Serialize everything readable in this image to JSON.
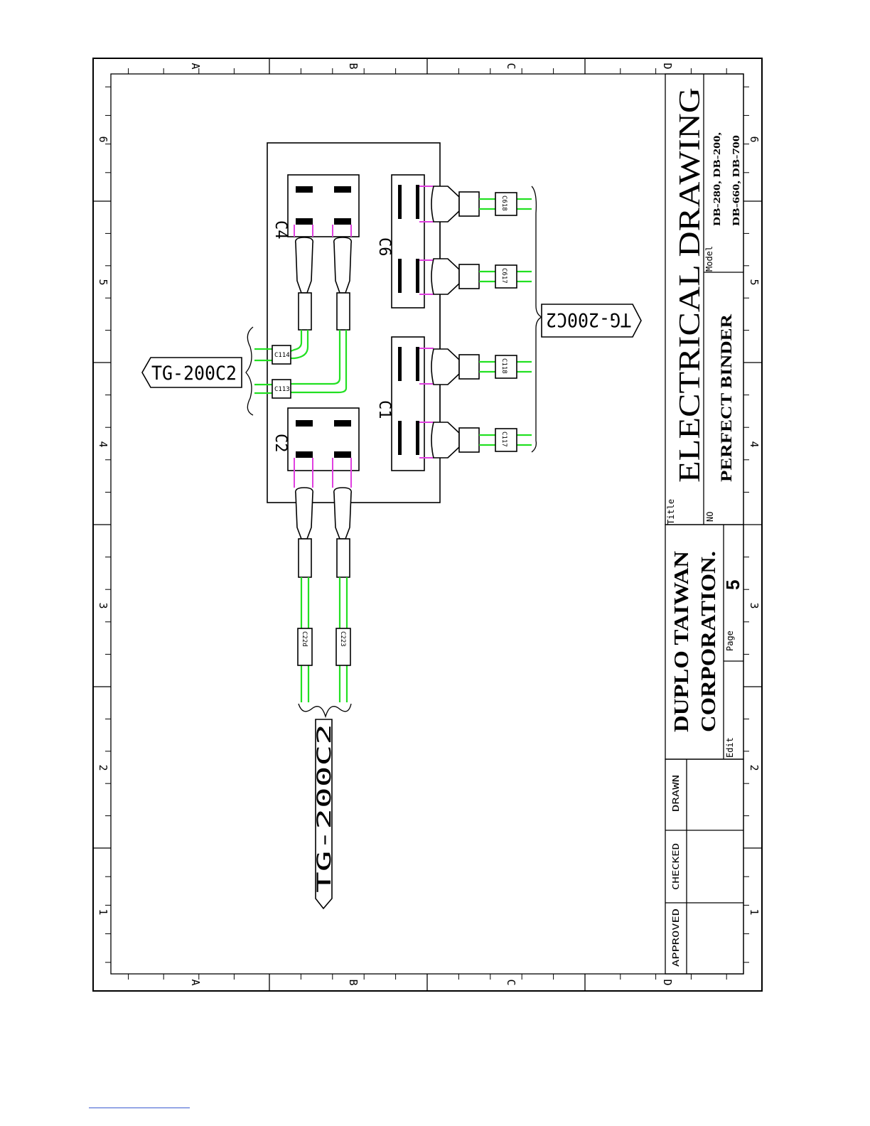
{
  "title_block": {
    "title_label": "Title",
    "title": "ELECTRICAL DRAWING",
    "subtitle": "PERFECT BINDER",
    "no_label": "NO",
    "model_label": "Model",
    "model_line1": "DB-280, DB-200,",
    "model_line2": "DB-660, DB-700",
    "company_line1": "DUPLO TAIWAN",
    "company_line2": "CORPORATION.",
    "page_label": "Page",
    "page_number": "5",
    "edit_label": "Edit",
    "approved_label": "APPROVED",
    "checked_label": "CHECKED",
    "drawn_label": "DRAWN"
  },
  "zones": {
    "letters": [
      "A",
      "B",
      "C",
      "D"
    ],
    "numbers": [
      "1",
      "2",
      "3",
      "4",
      "5",
      "6"
    ]
  },
  "components": {
    "c1": "C1",
    "c2": "C2",
    "c4": "C4",
    "c6": "C6",
    "terminals": {
      "t_c114": "C114",
      "t_c113": "C113",
      "t_c22d": "C22d",
      "t_c223": "C223",
      "t_c618": "C618",
      "t_c617": "C617",
      "t_c118": "C118",
      "t_c117": "C117"
    }
  },
  "cables": {
    "left": "TG-200C2",
    "right": "TG-200C2",
    "bottom": "TG-200C2"
  }
}
